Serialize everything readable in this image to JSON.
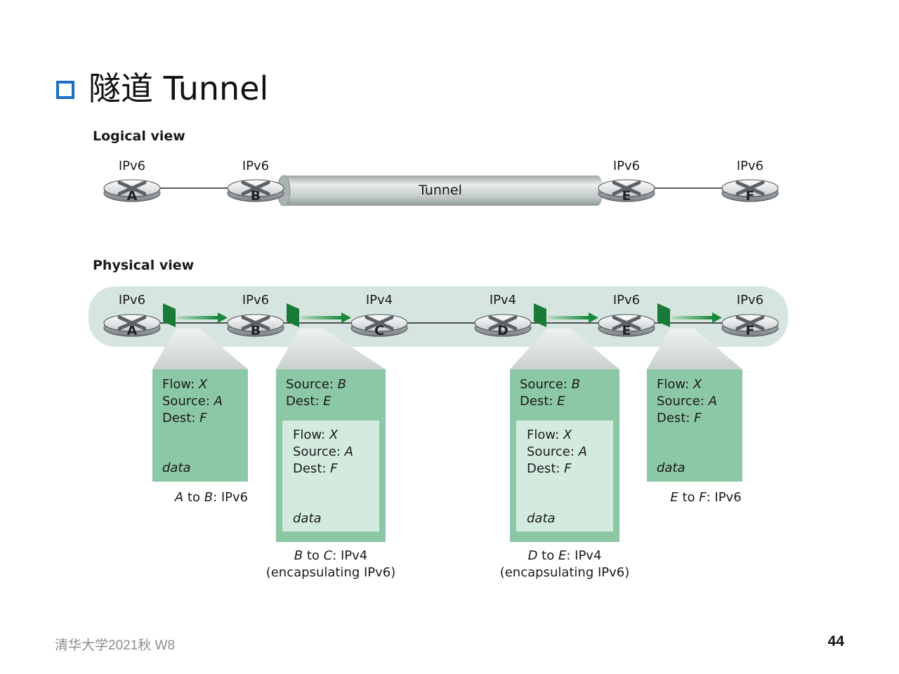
{
  "slide": {
    "title": "隧道 Tunnel",
    "footer_left": "清华大学2021秋 W8",
    "page_number": "44"
  },
  "colors": {
    "accent_blue": "#1c6fc4",
    "packet_green": "#8cc8a5",
    "inner_packet": "#d3ebdf",
    "arrow_green": "#1a8a3a",
    "physical_band": "#d7e5e1"
  },
  "logical_view": {
    "heading": "Logical view",
    "routers": [
      {
        "id": "A",
        "proto": "IPv6"
      },
      {
        "id": "B",
        "proto": "IPv6"
      },
      {
        "id": "E",
        "proto": "IPv6"
      },
      {
        "id": "F",
        "proto": "IPv6"
      }
    ],
    "tunnel_label": "Tunnel"
  },
  "physical_view": {
    "heading": "Physical view",
    "routers": [
      {
        "id": "A",
        "proto": "IPv6"
      },
      {
        "id": "B",
        "proto": "IPv6"
      },
      {
        "id": "C",
        "proto": "IPv4"
      },
      {
        "id": "D",
        "proto": "IPv4"
      },
      {
        "id": "E",
        "proto": "IPv6"
      },
      {
        "id": "F",
        "proto": "IPv6"
      }
    ]
  },
  "packets": [
    {
      "lines": [
        {
          "k": "Flow: ",
          "v": "X"
        },
        {
          "k": "Source: ",
          "v": "A"
        },
        {
          "k": "Dest: ",
          "v": "F"
        }
      ],
      "data": "data",
      "caption": [
        {
          "i": "A",
          "t": " to "
        },
        {
          "i": "B",
          "t": ": IPv6"
        }
      ]
    },
    {
      "outer_lines": [
        {
          "k": "Source: ",
          "v": "B"
        },
        {
          "k": "Dest: ",
          "v": "E"
        }
      ],
      "lines": [
        {
          "k": "Flow: ",
          "v": "X"
        },
        {
          "k": "Source: ",
          "v": "A"
        },
        {
          "k": "Dest: ",
          "v": "F"
        }
      ],
      "data": "data",
      "caption": [
        {
          "i": "B",
          "t": " to "
        },
        {
          "i": "C",
          "t": ": IPv4"
        }
      ],
      "caption2": "(encapsulating IPv6)"
    },
    {
      "outer_lines": [
        {
          "k": "Source: ",
          "v": "B"
        },
        {
          "k": "Dest: ",
          "v": "E"
        }
      ],
      "lines": [
        {
          "k": "Flow: ",
          "v": "X"
        },
        {
          "k": "Source: ",
          "v": "A"
        },
        {
          "k": "Dest: ",
          "v": "F"
        }
      ],
      "data": "data",
      "caption": [
        {
          "i": "D",
          "t": " to "
        },
        {
          "i": "E",
          "t": ": IPv4"
        }
      ],
      "caption2": "(encapsulating IPv6)"
    },
    {
      "lines": [
        {
          "k": "Flow: ",
          "v": "X"
        },
        {
          "k": "Source: ",
          "v": "A"
        },
        {
          "k": "Dest: ",
          "v": "F"
        }
      ],
      "data": "data",
      "caption": [
        {
          "i": "E",
          "t": " to "
        },
        {
          "i": "F",
          "t": ": IPv6"
        }
      ]
    }
  ]
}
